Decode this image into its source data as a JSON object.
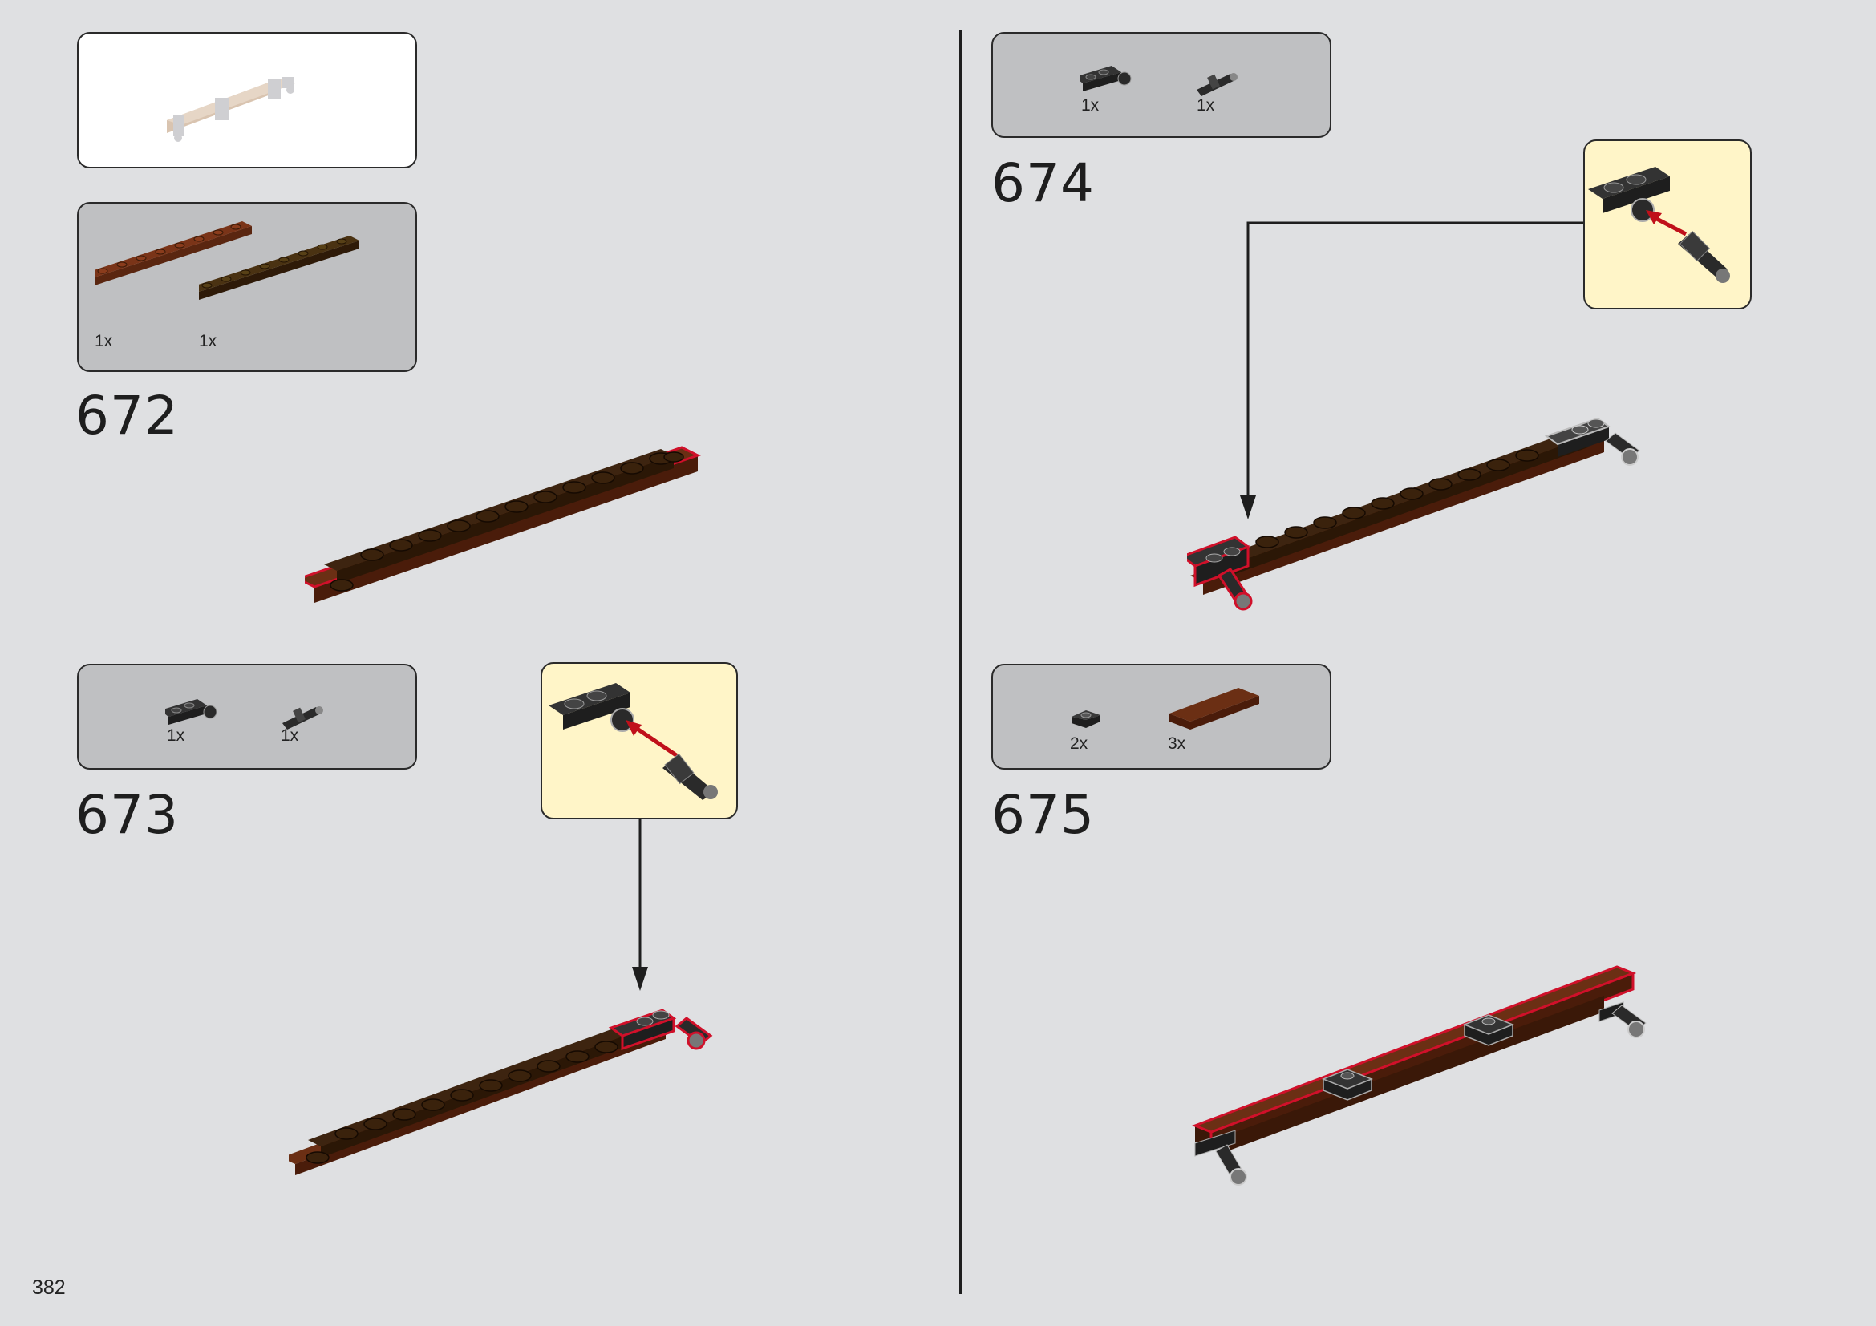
{
  "page_number": "382",
  "colors": {
    "background": "#dfe0e2",
    "parts_panel": "#bfc0c2",
    "callout_panel": "#fff5c8",
    "reddish_brown": "#6b2f14",
    "dark_brown": "#3d2410",
    "black_part": "#2a2a2a",
    "highlight_outline": "#d0102a"
  },
  "steps": [
    {
      "number": "672",
      "parts": [
        {
          "qty": "1x",
          "icon": "reddish-brown-plate-1x12"
        },
        {
          "qty": "1x",
          "icon": "dark-brown-plate-1x12"
        }
      ]
    },
    {
      "number": "673",
      "parts": [
        {
          "qty": "1x",
          "icon": "black-plate-with-pin-hole"
        },
        {
          "qty": "1x",
          "icon": "black-friction-pin"
        }
      ]
    },
    {
      "number": "674",
      "parts": [
        {
          "qty": "1x",
          "icon": "black-plate-with-pin-hole"
        },
        {
          "qty": "1x",
          "icon": "black-friction-pin"
        }
      ]
    },
    {
      "number": "675",
      "parts": [
        {
          "qty": "2x",
          "icon": "black-tile-1x1"
        },
        {
          "qty": "3x",
          "icon": "reddish-brown-tile-2x6"
        }
      ]
    }
  ]
}
